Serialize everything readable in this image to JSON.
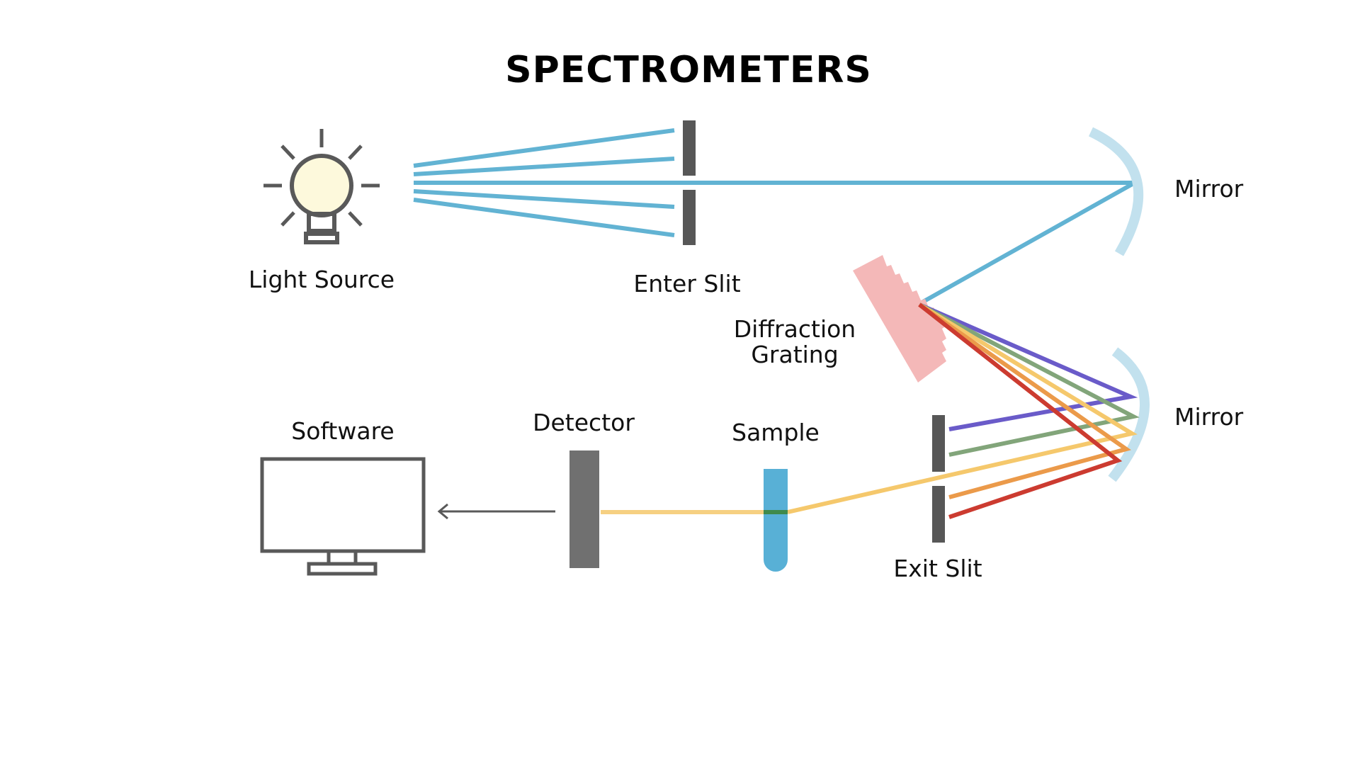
{
  "title": "SPECTROMETERS",
  "labels": {
    "light_source": "Light Source",
    "enter_slit": "Enter Slit",
    "mirror_top": "Mirror",
    "diffraction_line1": "Diffraction",
    "diffraction_line2": "Grating",
    "mirror_bottom": "Mirror",
    "exit_slit": "Exit Slit",
    "sample": "Sample",
    "detector": "Detector",
    "software": "Software"
  },
  "colors": {
    "beam": "#62b3d3",
    "mirror": "#c2e1ee",
    "slit": "#575757",
    "detector": "#707070",
    "grating": "#f4b8b8",
    "bulb_fill": "#fdf9dc",
    "icon_stroke": "#595959",
    "sample": "#58b0d6",
    "spectrum": [
      "#6a5bc9",
      "#82a57a",
      "#f5c86c",
      "#eb9a4a",
      "#cc3b30"
    ]
  },
  "spectrum_bands": [
    "violet",
    "green",
    "yellow",
    "orange",
    "red"
  ],
  "selected_band": "yellow"
}
